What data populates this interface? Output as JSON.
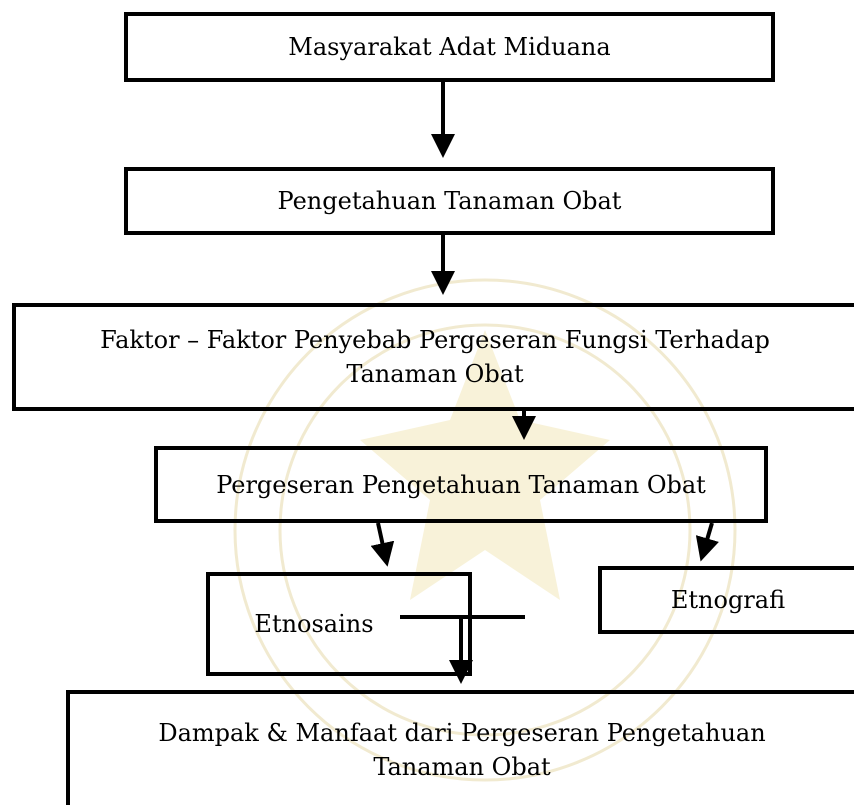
{
  "diagram": {
    "nodes": {
      "masyarakat": "Masyarakat Adat Miduana",
      "pengetahuan": "Pengetahuan Tanaman Obat",
      "faktor": "Faktor – Faktor Penyebab Pergeseran Fungsi Terhadap Tanaman Obat",
      "pergeseran": "Pergeseran Pengetahuan Tanaman Obat",
      "etnosains": "Etnosains",
      "etnografi": "Etnografi",
      "dampak": "Dampak & Manfaat dari Pergeseran Pengetahuan Tanaman Obat"
    },
    "colors": {
      "stroke": "#000000",
      "watermark": "#f3edc8"
    }
  }
}
